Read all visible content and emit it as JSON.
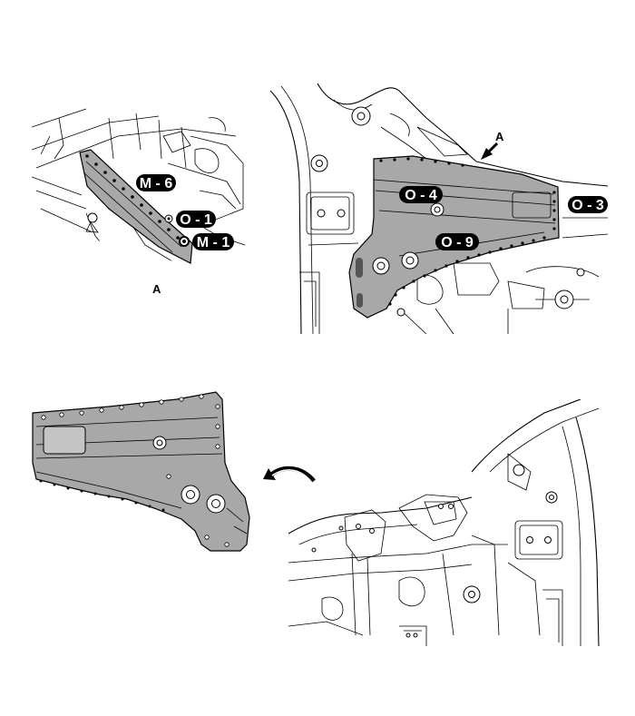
{
  "colors": {
    "part_fill": "#a8a8a8",
    "callout_bg": "#000000",
    "callout_text": "#ffffff",
    "line": "#000000"
  },
  "views": {
    "top_left": {
      "view_letter": "A",
      "callouts": {
        "m6": "M - 6",
        "o1": "O - 1",
        "m1": "M - 1"
      }
    },
    "top_right": {
      "view_letter": "A",
      "callouts": {
        "o4": "O - 4",
        "o3": "O - 3",
        "o9": "O - 9"
      }
    },
    "bottom_left": {
      "icon": "rotate-arrow-icon"
    },
    "bottom_right": {}
  }
}
